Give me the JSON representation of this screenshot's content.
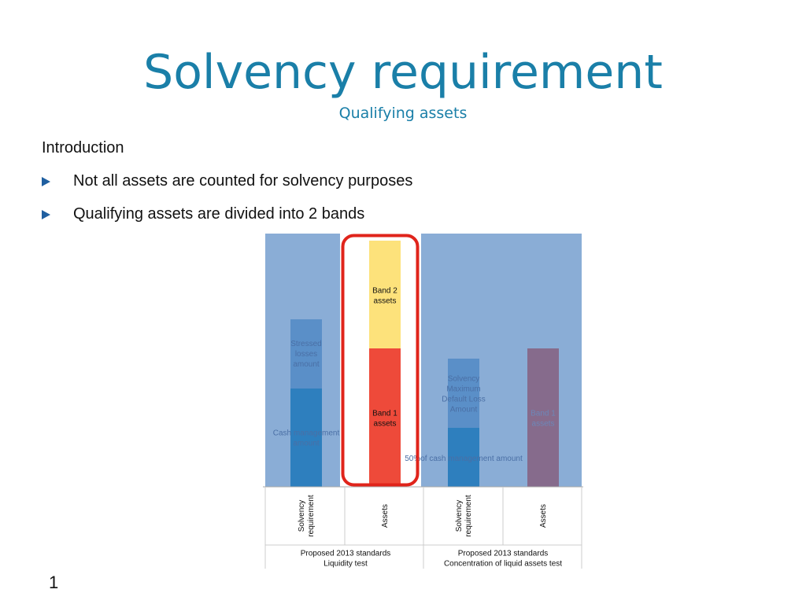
{
  "title": "Solvency requirement",
  "subtitle": "Qualifying assets",
  "intro": "Introduction",
  "bullets": [
    "Not all assets are counted for solvency purposes",
    "Qualifying assets are divided into 2 bands"
  ],
  "page_number": "1",
  "colors": {
    "title": "#1a7fa8",
    "background_block": "#8aadd6",
    "dark_blue": "#2e7fbe",
    "mid_blue": "#5a8fc8",
    "band2": "#fde27b",
    "band1": "#ee4a3a",
    "purple": "#866b8c",
    "highlight": "#e0241b"
  },
  "chart_data": {
    "type": "bar",
    "stacked": true,
    "grid": false,
    "legend": "none",
    "columns": [
      {
        "label": "Solvency requirement",
        "group": 0,
        "segments": [
          {
            "label": "Cash management amount",
            "value": 125,
            "color": "#2e7fbe"
          },
          {
            "label": "Stressed losses amount",
            "value": 88,
            "color": "#5a8fc8"
          }
        ]
      },
      {
        "label": "Assets",
        "group": 0,
        "highlighted": true,
        "segments": [
          {
            "label": "Band 1 assets",
            "value": 176,
            "color": "#ee4a3a"
          },
          {
            "label": "Band 2 assets",
            "value": 137,
            "color": "#fde27b"
          }
        ]
      },
      {
        "label": "Solvency requirement",
        "group": 1,
        "segments": [
          {
            "label": "50%of cash management amount",
            "value": 75,
            "color": "#2e7fbe"
          },
          {
            "label": "Solvency Maximum Default Loss Amount",
            "value": 88,
            "color": "#5a8fc8"
          }
        ]
      },
      {
        "label": "Assets",
        "group": 1,
        "segments": [
          {
            "label": "Band 1 assets",
            "value": 176,
            "color": "#866b8c"
          }
        ]
      }
    ],
    "groups": [
      {
        "label": "Proposed 2013 standards Liquidity test",
        "lines": [
          "Proposed 2013 standards",
          "Liquidity test"
        ]
      },
      {
        "label": "Proposed 2013 standards Concentration of liquid assets test",
        "lines": [
          "Proposed 2013 standards",
          "Concentration of liquid assets test"
        ]
      }
    ]
  }
}
